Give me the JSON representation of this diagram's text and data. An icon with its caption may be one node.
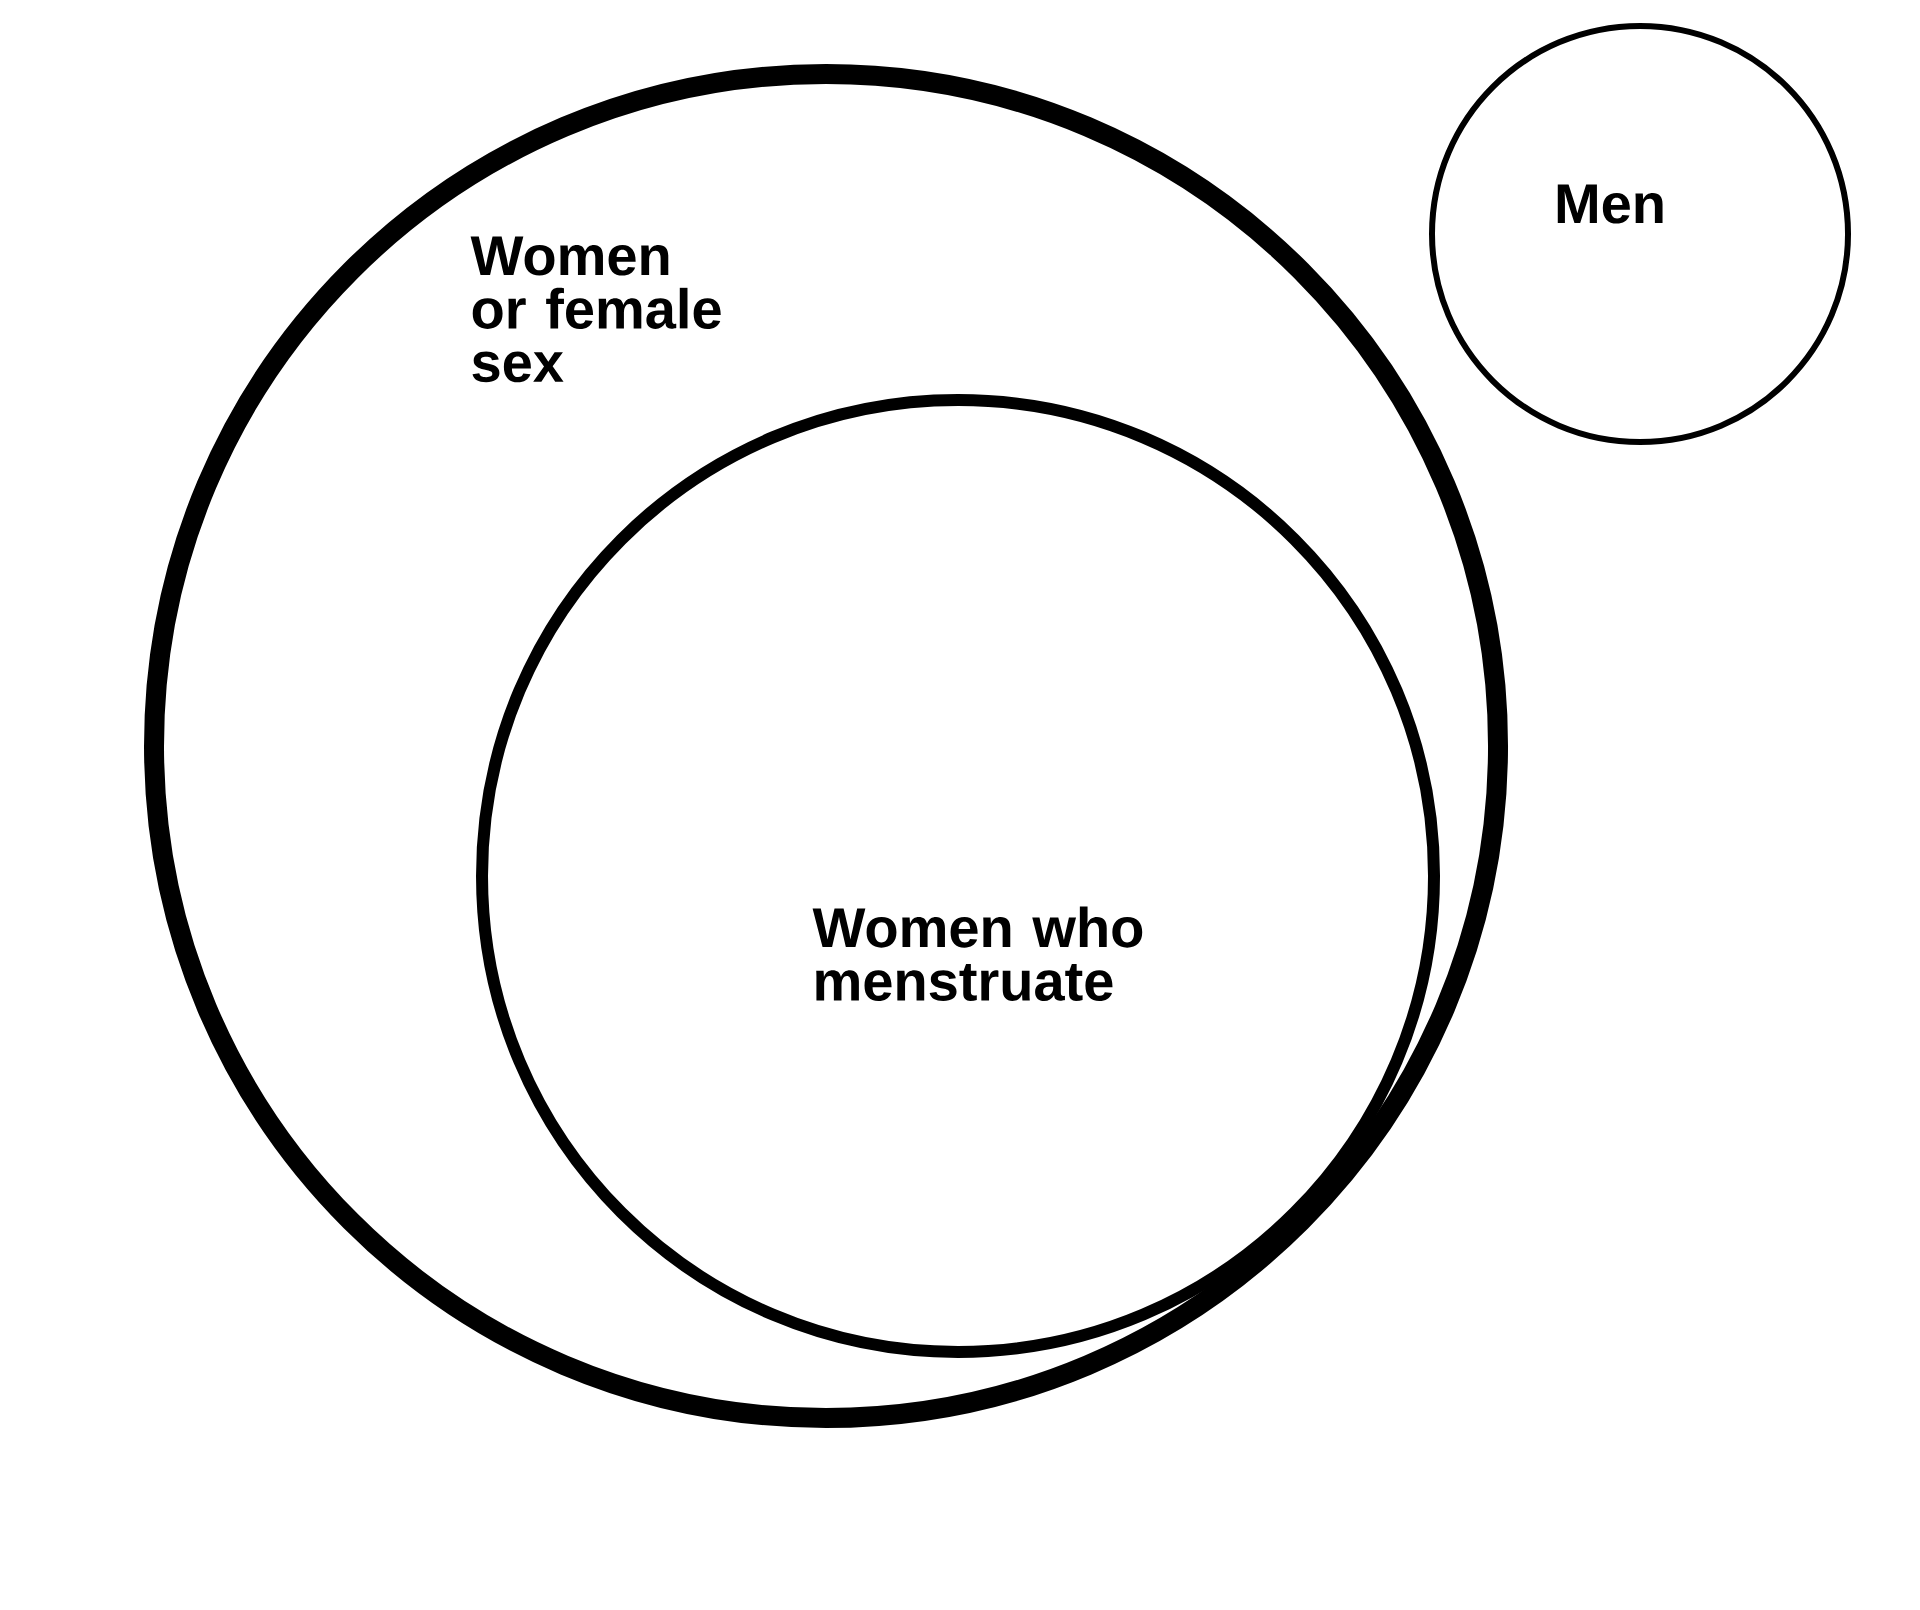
{
  "diagram": {
    "nodes": [
      {
        "text": [
          "Women or female sex"
        ]
      },
      {
        "text": [
          "Women who menstruate"
        ],
        "in": 0
      },
      {
        "text": [
          "Men"
        ]
      }
    ]
  }
}
